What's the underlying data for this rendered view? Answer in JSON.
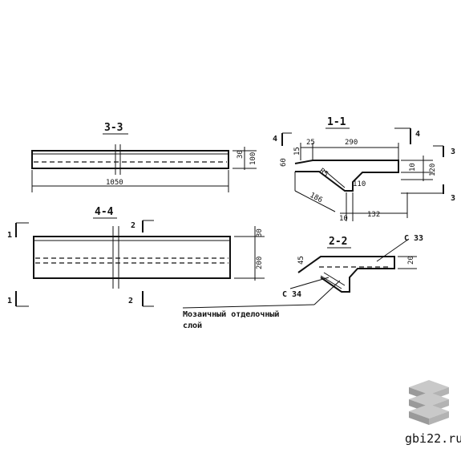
{
  "sections": {
    "s33": {
      "title": "3-3",
      "length": "1050",
      "dim_h": "30",
      "dim_t": "100"
    },
    "s44": {
      "title": "4-4",
      "dim_top": "30",
      "dim_h": "200"
    },
    "s11": {
      "title": "1-1",
      "cut_left": "4",
      "cut_right": "4",
      "dim_25": "25",
      "dim_width": "290",
      "dim_15": "15",
      "dim_60": "60",
      "dim_r": "R5",
      "dim_diag": "186",
      "dim_110": "110",
      "dim_10a": "10",
      "dim_10b": "10",
      "dim_132": "132",
      "dim_120": "120"
    },
    "s22": {
      "title": "2-2",
      "mark_c33": "С 33",
      "mark_c34": "С 34",
      "dim_45": "45",
      "dim_20": "20"
    }
  },
  "cut_marks": {
    "one_top": "1",
    "one_bottom": "1",
    "two_top": "2",
    "two_bottom": "2",
    "three_top": "3",
    "three_bottom": "3"
  },
  "annotation": {
    "line1": "Мозаичный отделочный",
    "line2": "слой"
  },
  "watermark": {
    "text": "gbi22.ru"
  }
}
